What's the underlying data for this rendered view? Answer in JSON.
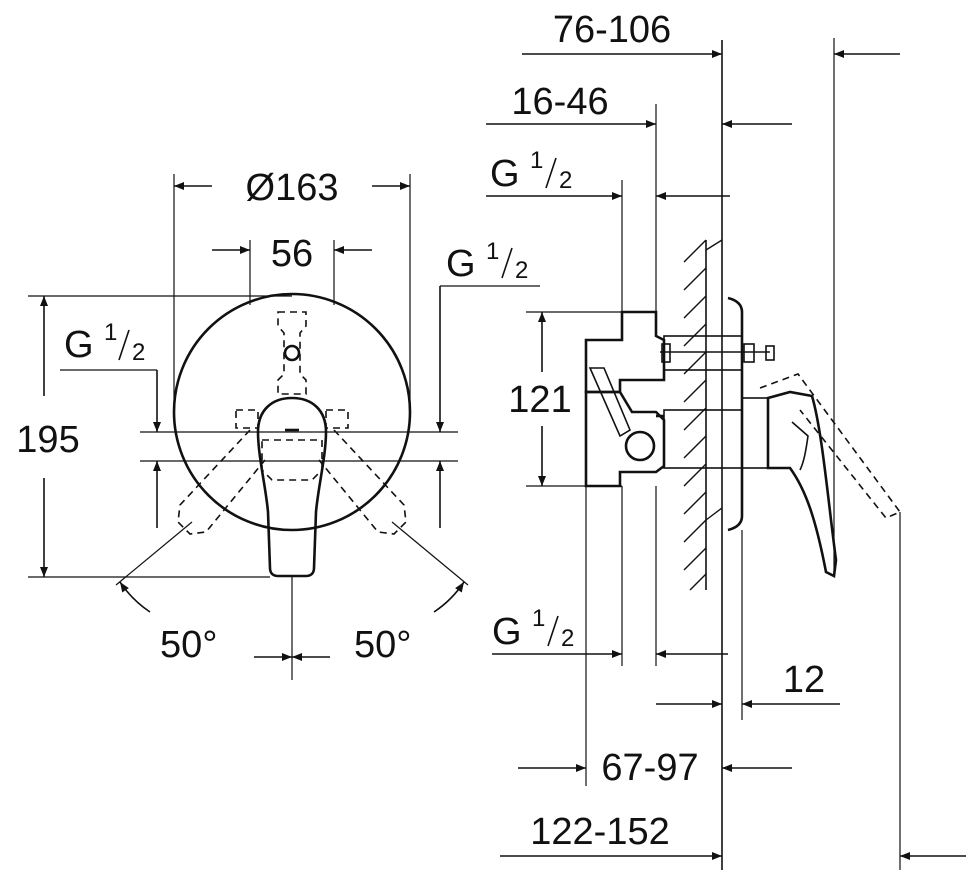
{
  "front_view": {
    "diameter": {
      "symbol": "Ø",
      "value": "163"
    },
    "handle_width": "56",
    "height": "195",
    "thread_left": {
      "main": "G",
      "num": "1",
      "den": "2"
    },
    "thread_right": {
      "main": "G",
      "num": "1",
      "den": "2"
    },
    "angle_left": "50°",
    "angle_right": "50°"
  },
  "side_view": {
    "depth_outer": "76-106",
    "depth_inner": "16-46",
    "thread_top": {
      "main": "G",
      "num": "1",
      "den": "2"
    },
    "thread_bottom": {
      "main": "G",
      "num": "1",
      "den": "2"
    },
    "inlet_spacing": "121",
    "plate_offset": "12",
    "body_depth": "67-97",
    "total_depth": "122-152"
  }
}
